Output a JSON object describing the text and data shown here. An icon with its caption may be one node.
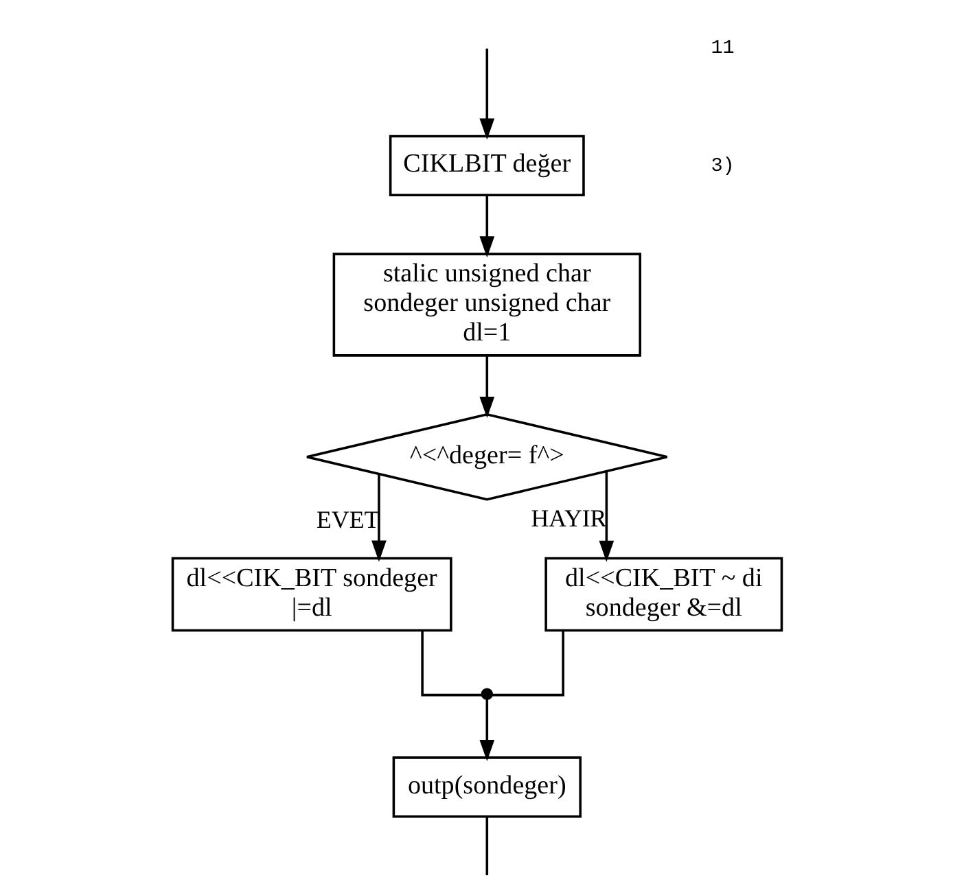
{
  "diagram": {
    "nodes": [
      {
        "text": [
          "CIKLBIT değer"
        ]
      },
      {
        "text": [
          "stalic unsigned char sondeger unsigned char dl=1"
        ]
      },
      {
        "text": [
          "^<^deger= f^>"
        ]
      },
      {
        "text": [
          "dl<<CIK_BIT sondeger |=dl"
        ]
      },
      {
        "text": [
          "dl<<CIK_BIT ~ di sondeger &=dl"
        ]
      },
      {
        "text": [],
        "shape": "circle"
      },
      {
        "text": [
          "outp(sondeger)"
        ]
      }
    ],
    "edges": [
      {
        "from": null,
        "to": 0,
        "arrow": "to"
      },
      {
        "from": 0,
        "to": 1,
        "arrow": "to"
      },
      {
        "from": 1,
        "to": 2,
        "arrow": "to"
      },
      {
        "from": 2,
        "to": 3,
        "arrow": "to",
        "label": "EVET"
      },
      {
        "from": 2,
        "to": 4,
        "arrow": "to",
        "label": "HAYIR"
      },
      {
        "from": 3,
        "to": 5,
        "arrow": "none"
      },
      {
        "from": 4,
        "to": 5,
        "arrow": "none"
      },
      {
        "from": 5,
        "to": 6,
        "arrow": "to"
      },
      {
        "from": 6,
        "to": null,
        "arrow": "none"
      }
    ],
    "labels": [
      "11",
      "3)"
    ]
  }
}
